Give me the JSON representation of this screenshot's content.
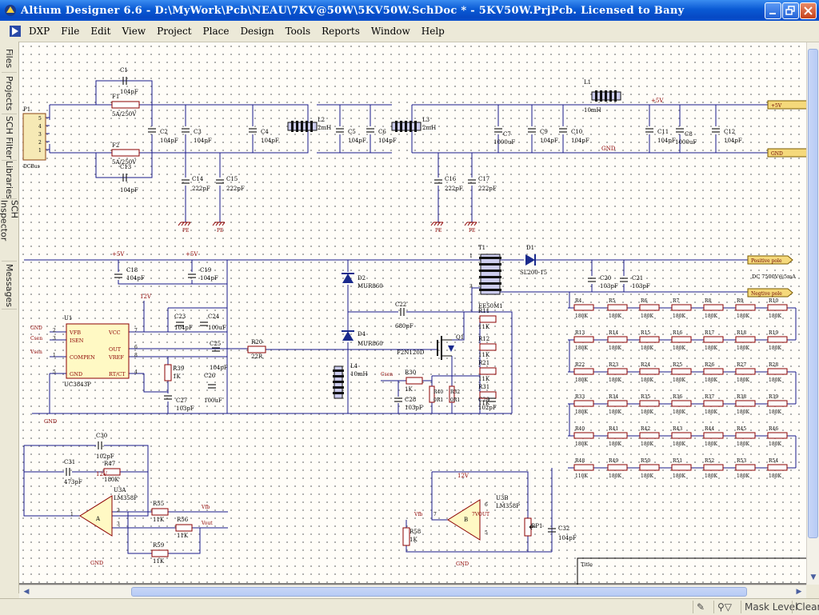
{
  "window": {
    "title": "Altium Designer 6.6 - D:\\MyWork\\Pcb\\NEAU\\7KV@50W\\5KV50W.SchDoc * - 5KV50W.PrjPcb. Licensed to Bany"
  },
  "menu": [
    "DXP",
    "File",
    "Edit",
    "View",
    "Project",
    "Place",
    "Design",
    "Tools",
    "Reports",
    "Window",
    "Help"
  ],
  "side_tabs": [
    "Files",
    "Projects",
    "SCH Filter",
    "Libraries",
    "SCH Inspector",
    "Messages"
  ],
  "status": {
    "mask_level": "Mask Level",
    "clear": "Clear"
  },
  "schematic": {
    "connector": {
      "ref": "P1",
      "value": "DCBus",
      "pins": [
        "5",
        "4",
        "3",
        "2",
        "1"
      ]
    },
    "fuses": [
      {
        "ref": "F1",
        "value": "5A/250V"
      },
      {
        "ref": "F2",
        "value": "5A/250V"
      }
    ],
    "input_caps": [
      {
        "ref": "C1",
        "value": "104pF"
      },
      {
        "ref": "C13",
        "value": "104pF"
      },
      {
        "ref": "C2",
        "value": "104pF"
      },
      {
        "ref": "C3",
        "value": "104pF"
      },
      {
        "ref": "C4",
        "value": "104pF"
      },
      {
        "ref": "C5",
        "value": "104pF"
      },
      {
        "ref": "C6",
        "value": "104pF"
      },
      {
        "ref": "C7",
        "value": "1000uF"
      },
      {
        "ref": "C9",
        "value": "104pF"
      },
      {
        "ref": "C10",
        "value": "104pF"
      },
      {
        "ref": "C11",
        "value": "104pF"
      },
      {
        "ref": "C8",
        "value": "1000uF"
      },
      {
        "ref": "C12",
        "value": "104pF"
      }
    ],
    "y_caps": [
      {
        "ref": "C14",
        "value": "222pF"
      },
      {
        "ref": "C15",
        "value": "222pF"
      },
      {
        "ref": "C16",
        "value": "222pF"
      },
      {
        "ref": "C17",
        "value": "222pF"
      }
    ],
    "inductors": [
      {
        "ref": "L1",
        "value": "10mH"
      },
      {
        "ref": "L2",
        "value": "2mH"
      },
      {
        "ref": "L3",
        "value": "2mH"
      },
      {
        "ref": "L4",
        "value": "10mH"
      }
    ],
    "rails": {
      "pos5": "+5V",
      "gnd": "GND",
      "pe": "PE",
      "v12": "12V"
    },
    "ports": [
      "+5V",
      "GND",
      "Positive pole",
      "Negtive pole"
    ],
    "output_note": "DC 7500V@5mA",
    "transformer": {
      "ref": "T1",
      "value": "EE50M1",
      "pins": [
        "1",
        "2",
        "3"
      ]
    },
    "diodes": [
      {
        "ref": "D1",
        "value": "SL200-15"
      },
      {
        "ref": "D2",
        "value": "MUR860"
      },
      {
        "ref": "D4",
        "value": "MUR860"
      }
    ],
    "mosfet": {
      "ref": "Q1",
      "value": "F2N120D"
    },
    "controller": {
      "ref": "U1",
      "value": "UC3843P",
      "pins": [
        {
          "num": "2",
          "name": "VFB"
        },
        {
          "num": "3",
          "name": "ISEN"
        },
        {
          "num": "1",
          "name": "COMPEN"
        },
        {
          "num": "5",
          "name": "GND"
        },
        {
          "num": "7",
          "name": "VCC"
        },
        {
          "num": "6",
          "name": "OUT"
        },
        {
          "num": "8",
          "name": "VREF"
        },
        {
          "num": "4",
          "name": "RT/CT"
        }
      ],
      "net_labels": [
        "GND",
        "Csen",
        "Vsen"
      ]
    },
    "ctrl_caps": [
      {
        "ref": "C18",
        "value": "104pF"
      },
      {
        "ref": "C19",
        "value": "104pF"
      },
      {
        "ref": "C23",
        "value": "104pF"
      },
      {
        "ref": "C24",
        "value": "100uF"
      },
      {
        "ref": "C25",
        "value": "104pF"
      },
      {
        "ref": "C26",
        "value": "100uF"
      },
      {
        "ref": "C27",
        "value": "103pF"
      },
      {
        "ref": "C22",
        "value": "680pF"
      },
      {
        "ref": "C28",
        "value": "103pF"
      },
      {
        "ref": "C29",
        "value": "102pF"
      },
      {
        "ref": "C20",
        "value": "103pF"
      },
      {
        "ref": "C21",
        "value": "103pF"
      }
    ],
    "ctrl_resistors": [
      {
        "ref": "R20",
        "value": "22R"
      },
      {
        "ref": "R39",
        "value": "1K"
      },
      {
        "ref": "R30",
        "value": "1K"
      },
      {
        "ref": "R40",
        "value": "0R1"
      },
      {
        "ref": "R32",
        "value": "0R1"
      },
      {
        "ref": "R11",
        "value": "11K"
      },
      {
        "ref": "R12",
        "value": "11K"
      },
      {
        "ref": "R21",
        "value": "11K"
      },
      {
        "ref": "R31",
        "value": "11K"
      }
    ],
    "divider_grid": [
      {
        "ref": "R4",
        "value": "180K"
      },
      {
        "ref": "R5",
        "value": "180K"
      },
      {
        "ref": "R6",
        "value": "180K"
      },
      {
        "ref": "R7",
        "value": "180K"
      },
      {
        "ref": "R8",
        "value": "180K"
      },
      {
        "ref": "R9",
        "value": "180K"
      },
      {
        "ref": "R10",
        "value": "180K"
      },
      {
        "ref": "R13",
        "value": "180K"
      },
      {
        "ref": "R14",
        "value": "180K"
      },
      {
        "ref": "R15",
        "value": "180K"
      },
      {
        "ref": "R16",
        "value": "180K"
      },
      {
        "ref": "R17",
        "value": "180K"
      },
      {
        "ref": "R18",
        "value": "180K"
      },
      {
        "ref": "R19",
        "value": "180K"
      },
      {
        "ref": "R22",
        "value": "180K"
      },
      {
        "ref": "R23",
        "value": "180K"
      },
      {
        "ref": "R24",
        "value": "180K"
      },
      {
        "ref": "R25",
        "value": "180K"
      },
      {
        "ref": "R26",
        "value": "180K"
      },
      {
        "ref": "R27",
        "value": "180K"
      },
      {
        "ref": "R28",
        "value": "180K"
      },
      {
        "ref": "R33",
        "value": "180K"
      },
      {
        "ref": "R34",
        "value": "180K"
      },
      {
        "ref": "R35",
        "value": "180K"
      },
      {
        "ref": "R36",
        "value": "180K"
      },
      {
        "ref": "R37",
        "value": "180K"
      },
      {
        "ref": "R38",
        "value": "180K"
      },
      {
        "ref": "R39",
        "value": "180K"
      },
      {
        "ref": "R40",
        "value": "180K"
      },
      {
        "ref": "R41",
        "value": "180K"
      },
      {
        "ref": "R42",
        "value": "180K"
      },
      {
        "ref": "R43",
        "value": "180K"
      },
      {
        "ref": "R44",
        "value": "180K"
      },
      {
        "ref": "R45",
        "value": "180K"
      },
      {
        "ref": "R46",
        "value": "180K"
      },
      {
        "ref": "R48",
        "value": "110K"
      },
      {
        "ref": "R49",
        "value": "180K"
      },
      {
        "ref": "R50",
        "value": "180K"
      },
      {
        "ref": "R51",
        "value": "180K"
      },
      {
        "ref": "R52",
        "value": "180K"
      },
      {
        "ref": "R53",
        "value": "180K"
      },
      {
        "ref": "R54",
        "value": "180K"
      }
    ],
    "opamp_a": {
      "ref": "U3A",
      "value": "LM358P",
      "supply": "12V",
      "gnd": "GND",
      "pins": [
        "1",
        "2",
        "3",
        "A"
      ],
      "parts": [
        {
          "ref": "C30",
          "value": "102pF"
        },
        {
          "ref": "C31",
          "value": "473pF"
        },
        {
          "ref": "R47",
          "value": "180K"
        },
        {
          "ref": "R55",
          "value": "11K"
        },
        {
          "ref": "R56",
          "value": "11K"
        },
        {
          "ref": "R59",
          "value": "11K"
        }
      ],
      "nets": [
        "Vfb",
        "Vout"
      ]
    },
    "opamp_b": {
      "ref": "U3B",
      "value": "LM358P",
      "supply": "12V",
      "gnd": "GND",
      "pins": [
        "5",
        "6",
        "7",
        "B"
      ],
      "parts": [
        {
          "ref": "R58",
          "value": "1K"
        },
        {
          "ref": "RP1",
          "value": ""
        },
        {
          "ref": "C32",
          "value": "104pF"
        }
      ],
      "nets": [
        "Vfb",
        "7VOUT"
      ]
    },
    "title_block": "Title"
  }
}
